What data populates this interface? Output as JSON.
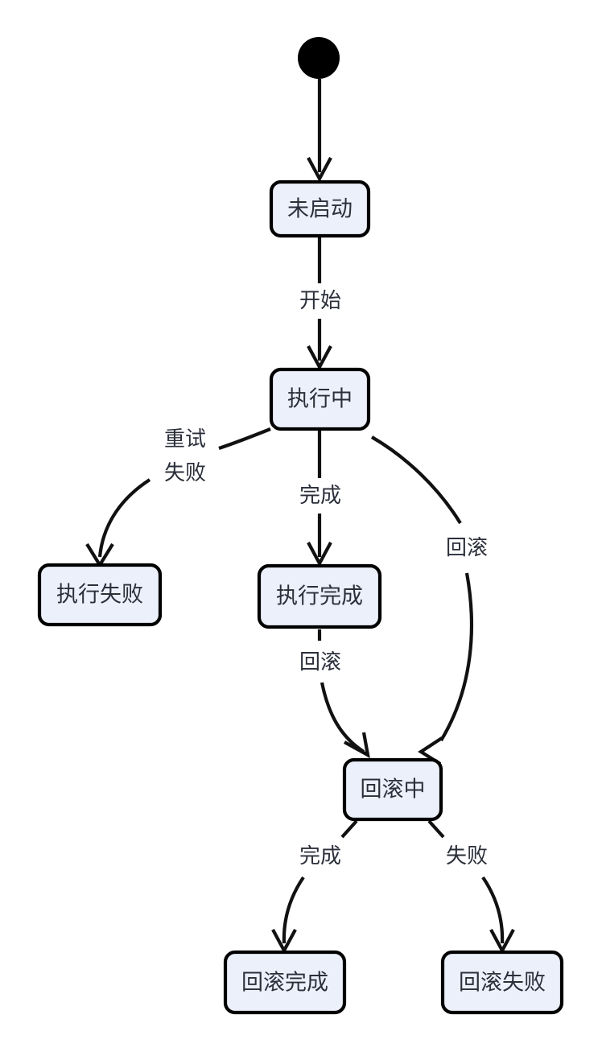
{
  "diagram": {
    "type": "state-machine-flowchart",
    "language": "zh-CN",
    "background_color": "#ffffff",
    "node_fill_color": "#ECF0FA",
    "node_border_color": "#000000",
    "text_color": "#2b2f3a",
    "edge_color": "#111111",
    "start_node": {
      "name": "start-state",
      "shape": "filled-circle"
    },
    "nodes": [
      {
        "id": "not_started",
        "label": "未启动"
      },
      {
        "id": "running",
        "label": "执行中"
      },
      {
        "id": "exec_failed",
        "label": "执行失败"
      },
      {
        "id": "exec_done",
        "label": "执行完成"
      },
      {
        "id": "rolling_back",
        "label": "回滚中"
      },
      {
        "id": "rollback_done",
        "label": "回滚完成"
      },
      {
        "id": "rollback_failed",
        "label": "回滚失败"
      }
    ],
    "edges": [
      {
        "id": "e0",
        "from": "start",
        "to": "not_started",
        "label": ""
      },
      {
        "id": "e1",
        "from": "not_started",
        "to": "running",
        "label": "开始"
      },
      {
        "id": "e2",
        "from": "running",
        "to": "exec_failed",
        "label": "重试\n失败",
        "label_line1": "重试",
        "label_line2": "失败"
      },
      {
        "id": "e3",
        "from": "running",
        "to": "exec_done",
        "label": "完成"
      },
      {
        "id": "e4",
        "from": "running",
        "to": "rolling_back",
        "label": "回滚"
      },
      {
        "id": "e5",
        "from": "exec_done",
        "to": "rolling_back",
        "label": "回滚"
      },
      {
        "id": "e6",
        "from": "rolling_back",
        "to": "rollback_done",
        "label": "完成"
      },
      {
        "id": "e7",
        "from": "rolling_back",
        "to": "rollback_failed",
        "label": "失败"
      }
    ]
  }
}
